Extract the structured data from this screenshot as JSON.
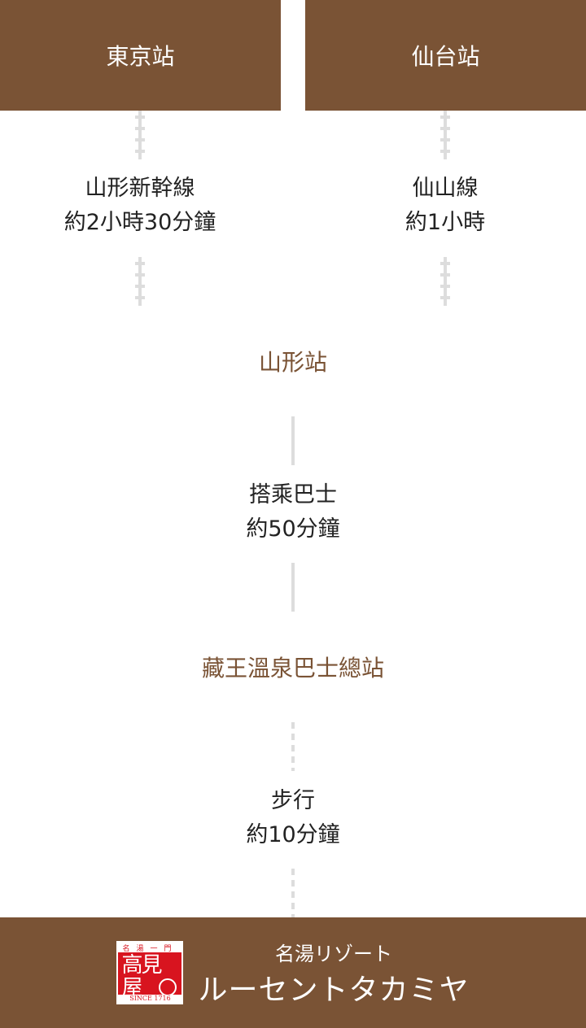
{
  "origins": [
    {
      "label": "東京站"
    },
    {
      "label": "仙台站"
    }
  ],
  "routes": [
    {
      "line": "山形新幹線",
      "time": "約2小時30分鐘"
    },
    {
      "line": "仙山線",
      "time": "約1小時"
    }
  ],
  "hub1": "山形站",
  "bus": {
    "line": "搭乘巴士",
    "time": "約50分鐘"
  },
  "hub2": "藏王溫泉巴士總站",
  "walk": {
    "line": "步行",
    "time": "約10分鐘"
  },
  "footer": {
    "logo_top": "名湯一門",
    "logo_main": "高見屋",
    "logo_since": "SINCE 1716",
    "brand_sub": "名湯リゾート",
    "brand_name": "ルーセントタカミヤ"
  },
  "colors": {
    "brand": "#7a5335",
    "line": "#dddddd",
    "logo_red": "#d8141f"
  }
}
